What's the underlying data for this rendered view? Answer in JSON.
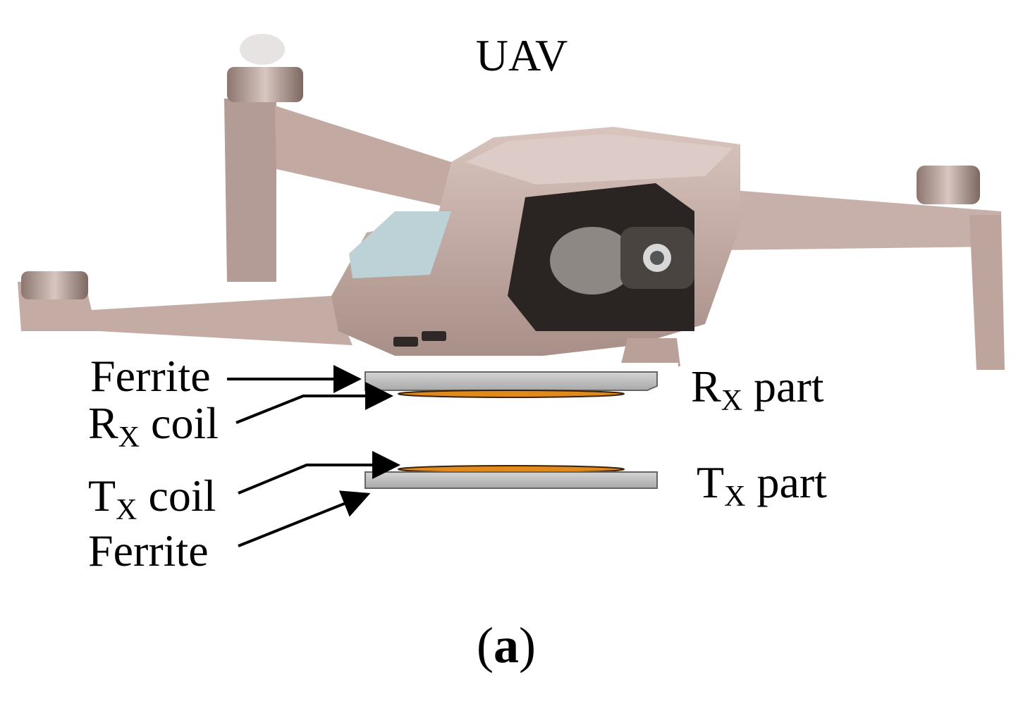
{
  "title": "UAV",
  "labels": {
    "ferrite_top": "Ferrite",
    "rx_coil_main": "R",
    "rx_coil_sub": "X",
    "rx_coil_tail": " coil",
    "tx_coil_main": "T",
    "tx_coil_sub": "X",
    "tx_coil_tail": " coil",
    "ferrite_bottom": "Ferrite",
    "rx_part_main": "R",
    "rx_part_sub": "X",
    "rx_part_tail": " part",
    "tx_part_main": "T",
    "tx_part_sub": "X",
    "tx_part_tail": " part"
  },
  "panel_label": {
    "open": "(",
    "letter": "a",
    "close": ")"
  },
  "colors": {
    "ferrite": "#c8c8c8",
    "coil": "#e08a1e",
    "drone_body": "#c9b2ac",
    "drone_shadow": "#9c847d",
    "camera": "#2a2523"
  }
}
